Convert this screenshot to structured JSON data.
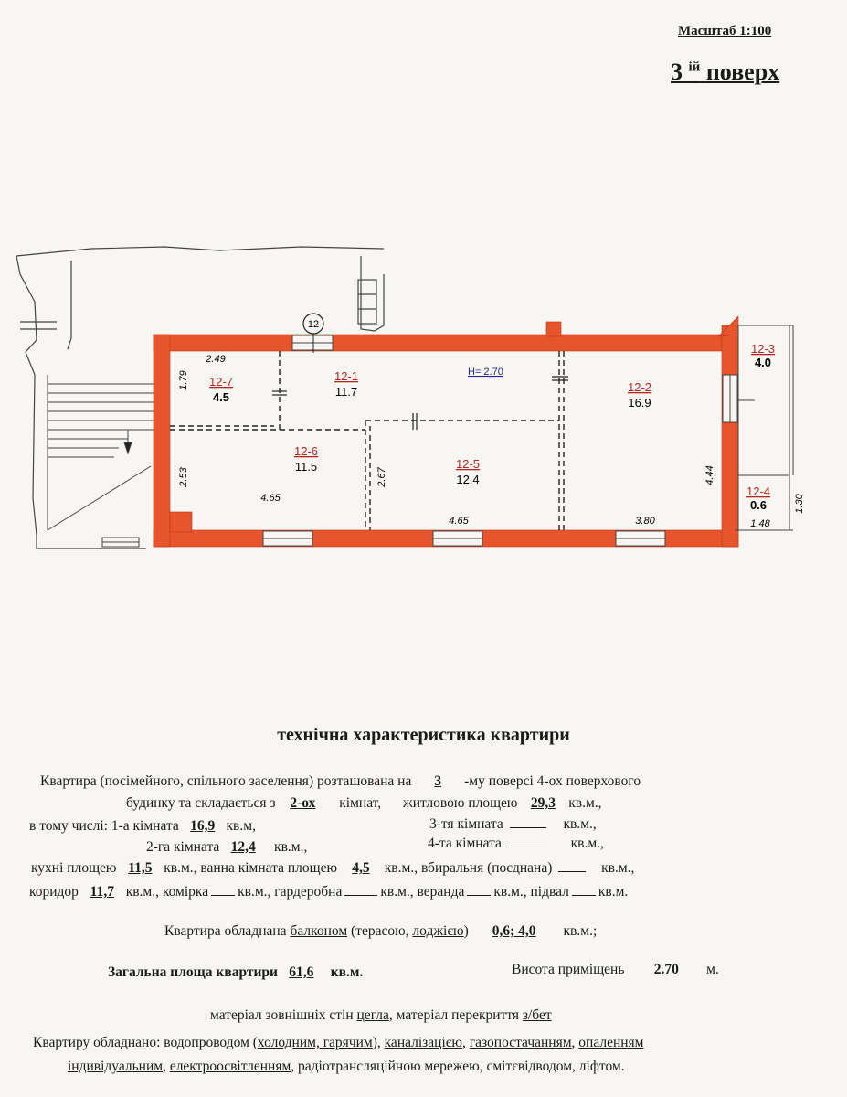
{
  "header": {
    "scale": "Масштаб 1:100",
    "floor_num": "3",
    "floor_sup": "ій",
    "floor_word": "поверх"
  },
  "plan": {
    "axis_label": "12",
    "height_label": "H= 2.70",
    "rooms": [
      {
        "id": "12-7",
        "area": "4.5"
      },
      {
        "id": "12-1",
        "area": "11.7"
      },
      {
        "id": "12-2",
        "area": "16.9"
      },
      {
        "id": "12-3",
        "area": "4.0"
      },
      {
        "id": "12-6",
        "area": "11.5"
      },
      {
        "id": "12-5",
        "area": "12.4"
      },
      {
        "id": "12-4",
        "area": "0.6"
      }
    ],
    "dims": {
      "d249": "2.49",
      "d179": "1.79",
      "d253": "2.53",
      "d465a": "4.65",
      "d267": "2.67",
      "d465b": "4.65",
      "d380": "3.80",
      "d444": "4.44",
      "d130": "1.30",
      "d148": "1.48"
    }
  },
  "tech": {
    "title": "технічна характеристика квартири",
    "l1": {
      "a": "Квартира (посімейного, спільного заселення) розташована на",
      "v": "3",
      "b": "-му  поверсі 4-ох поверхового"
    },
    "l2": {
      "a": "будинку та складається з",
      "v1": "2-ох",
      "b": "кімнат,",
      "c": "житловою площею",
      "v2": "29,3",
      "d": "кв.м.,"
    },
    "l3": {
      "a": "в тому числі:  1-а кімната",
      "v1": "16,9",
      "b": "кв.м,",
      "c": "3-тя кімната",
      "d": "кв.м.,"
    },
    "l4": {
      "a": "2-га кімната",
      "v1": "12,4",
      "b": "кв.м.,",
      "c": "4-та кімната",
      "d": "кв.м.,"
    },
    "l5": {
      "a": "кухні площею",
      "v1": "11,5",
      "b": "кв.м.,  ванна кімната площею",
      "v2": "4,5",
      "c": "кв.м., вбиральня (поєднана)",
      "d": "кв.м.,"
    },
    "l6": {
      "a": "коридор",
      "v1": "11,7",
      "b": "кв.м., комірка",
      "c": "кв.м., гардеробна",
      "d": "кв.м., веранда",
      "e": "кв.м., підвал",
      "f": "кв.м."
    },
    "l7": {
      "a": "Квартира обладнана",
      "u1": "балконом",
      "b": "(терасою,",
      "u2": "лоджією",
      "c": ")",
      "v": "0,6; 4,0",
      "d": "кв.м.;"
    },
    "l8": {
      "a": "Загальна площа квартири",
      "v1": "61,6",
      "b": "кв.м.",
      "c": "Висота приміщень",
      "v2": "2.70",
      "d": "м."
    },
    "l9": {
      "a": "матеріал зовнішніх стін",
      "u1": "цегла",
      "b": ", матеріал перекриття",
      "u2": "з/бет"
    },
    "l10": {
      "a": "Квартиру обладнано: водопроводом (",
      "u1": "холодним, гарячим",
      "b": "),",
      "u2": "каналізацією",
      "c": ",",
      "u3": "газопостачанням",
      "d": ",",
      "u4": "опаленням"
    },
    "l11": {
      "u1": "індивідуальним",
      "a": ",",
      "u2": "електроосвітленням",
      "b": ", радіотрансляційною мережею, смітєвідводом, ліфтом."
    }
  }
}
